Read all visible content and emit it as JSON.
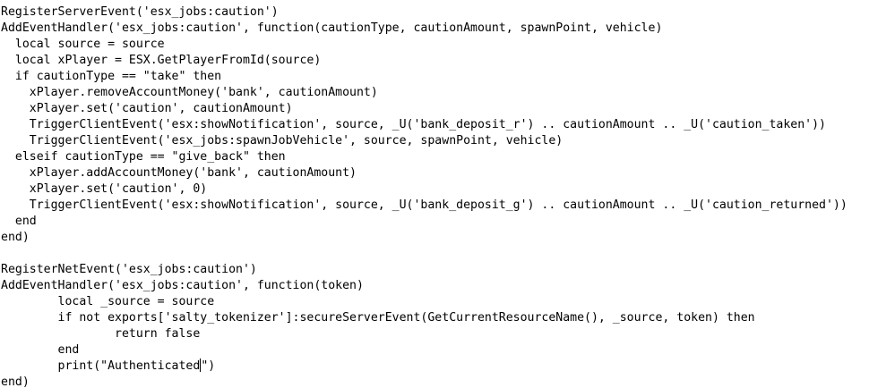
{
  "editor": {
    "lines": [
      "RegisterServerEvent('esx_jobs:caution')",
      "AddEventHandler('esx_jobs:caution', function(cautionType, cautionAmount, spawnPoint, vehicle)",
      "  local source = source",
      "  local xPlayer = ESX.GetPlayerFromId(source)",
      "  if cautionType == \"take\" then",
      "    xPlayer.removeAccountMoney('bank', cautionAmount)",
      "    xPlayer.set('caution', cautionAmount)",
      "    TriggerClientEvent('esx:showNotification', source, _U('bank_deposit_r') .. cautionAmount .. _U('caution_taken'))",
      "    TriggerClientEvent('esx_jobs:spawnJobVehicle', source, spawnPoint, vehicle)",
      "  elseif cautionType == \"give_back\" then",
      "    xPlayer.addAccountMoney('bank', cautionAmount)",
      "    xPlayer.set('caution', 0)",
      "    TriggerClientEvent('esx:showNotification', source, _U('bank_deposit_g') .. cautionAmount .. _U('caution_returned'))",
      "  end",
      "end)",
      "",
      "RegisterNetEvent('esx_jobs:caution')",
      "AddEventHandler('esx_jobs:caution', function(token)",
      "        local _source = source",
      "        if not exports['salty_tokenizer']:secureServerEvent(GetCurrentResourceName(), _source, token) then",
      "                return false",
      "        end",
      "        print(\"Authenticated",
      "end)"
    ],
    "caret_line_suffix": "\")"
  }
}
